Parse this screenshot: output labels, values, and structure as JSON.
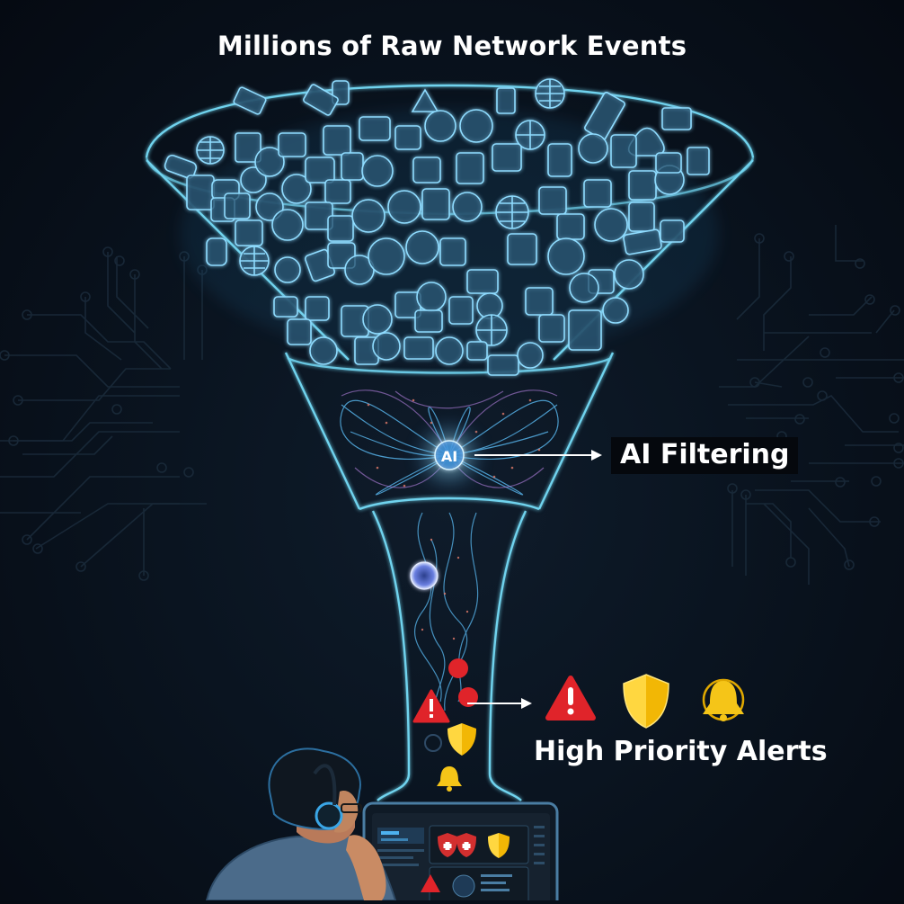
{
  "title": "Millions of Raw Network Events",
  "stages": {
    "input": {
      "label": "Millions of Raw Network Events",
      "icon_types": [
        "globe-icon",
        "server-icon",
        "document-icon",
        "monitor-icon",
        "cloud-icon",
        "router-icon",
        "keyboard-icon",
        "warning-triangle-icon"
      ]
    },
    "filter": {
      "label": "AI Filtering",
      "core_text": "AI"
    },
    "output": {
      "label": "High Priority Alerts",
      "icons": [
        "warning-icon",
        "shield-icon",
        "bell-icon"
      ]
    }
  },
  "ai_node_text": "AI",
  "ai_label": "AI Filtering",
  "alerts_label": "High Priority Alerts",
  "colors": {
    "background": "#07101a",
    "funnel_line": "#6fd3ee",
    "icon_glow": "#5cb8e0",
    "alert_red": "#e0242a",
    "alert_yellow": "#f5c518",
    "neural_purple": "#b58ae8",
    "text": "#ffffff"
  },
  "monitor": {
    "dashboard_icons": [
      "red-shield-icon",
      "red-shield-icon",
      "yellow-shield-icon",
      "warning-icon",
      "fingerprint-icon"
    ]
  }
}
